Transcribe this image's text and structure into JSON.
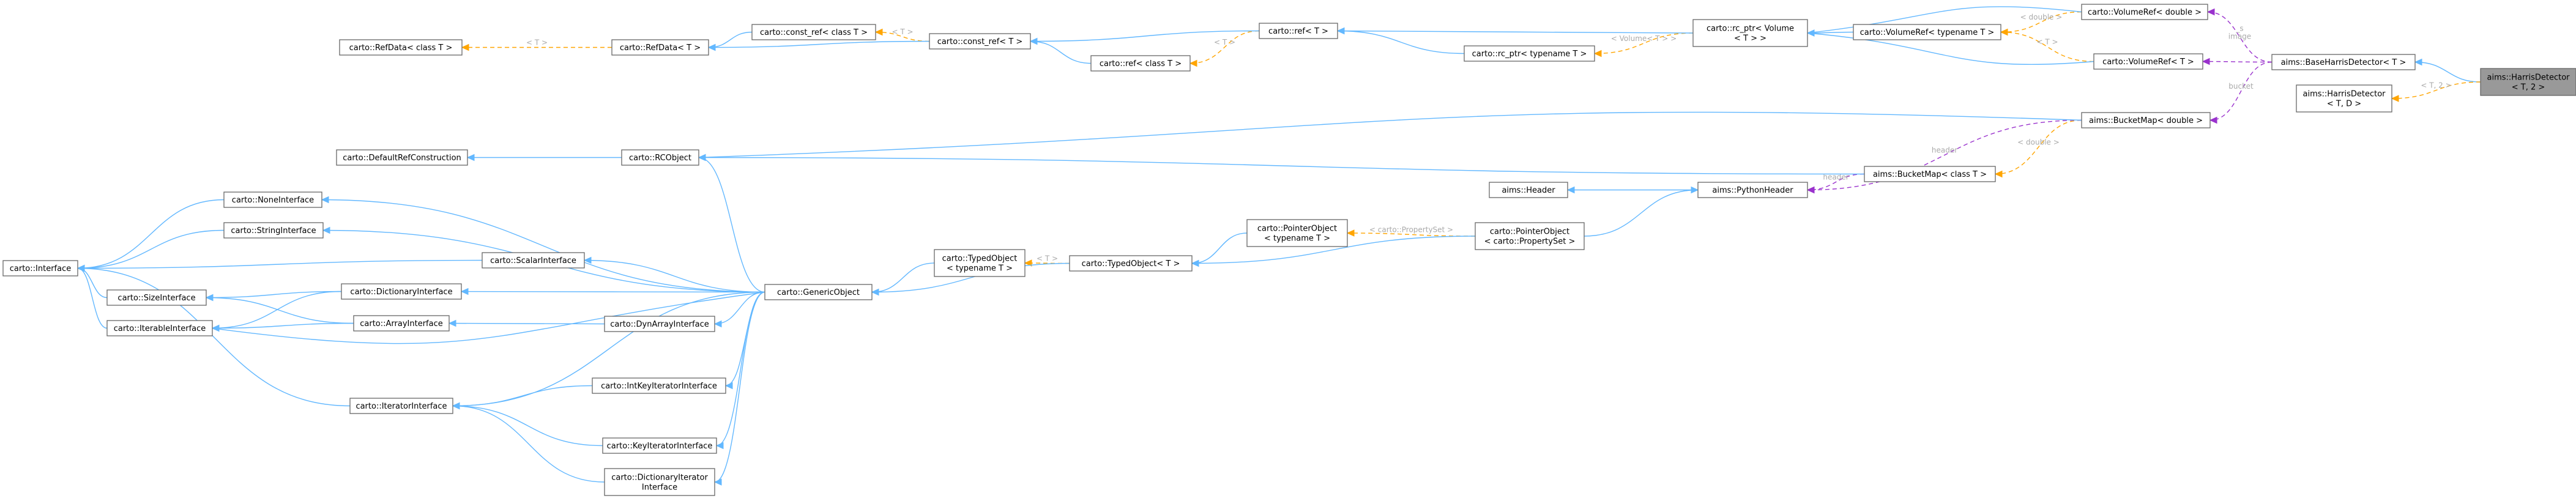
{
  "nodes": [
    {
      "id": "harrisT2",
      "lines": [
        "aims::HarrisDetector",
        "< T, 2 >"
      ],
      "highlight": true
    },
    {
      "id": "harrisTD",
      "lines": [
        "aims::HarrisDetector",
        "< T, D >"
      ]
    },
    {
      "id": "baseHarris",
      "lines": [
        "aims::BaseHarrisDetector< T >"
      ]
    },
    {
      "id": "volRefDouble",
      "lines": [
        "carto::VolumeRef< double >"
      ]
    },
    {
      "id": "volRefTypename",
      "lines": [
        "carto::VolumeRef< typename T >"
      ]
    },
    {
      "id": "volRefT",
      "lines": [
        "carto::VolumeRef< T >"
      ]
    },
    {
      "id": "rcPtrVolume",
      "lines": [
        "carto::rc_ptr< Volume",
        "< T > >"
      ]
    },
    {
      "id": "rcPtrTypename",
      "lines": [
        "carto::rc_ptr< typename T >"
      ]
    },
    {
      "id": "refT",
      "lines": [
        "carto::ref< T >"
      ]
    },
    {
      "id": "refClassT",
      "lines": [
        "carto::ref< class T >"
      ]
    },
    {
      "id": "constRefT",
      "lines": [
        "carto::const_ref< T >"
      ]
    },
    {
      "id": "constRefClassT",
      "lines": [
        "carto::const_ref< class T >"
      ]
    },
    {
      "id": "refDataT",
      "lines": [
        "carto::RefData< T >"
      ]
    },
    {
      "id": "refDataClassT",
      "lines": [
        "carto::RefData< class T >"
      ]
    },
    {
      "id": "bucketMapDouble",
      "lines": [
        "aims::BucketMap< double >"
      ]
    },
    {
      "id": "bucketMapClassT",
      "lines": [
        "aims::BucketMap< class T >"
      ]
    },
    {
      "id": "pythonHeader",
      "lines": [
        "aims::PythonHeader"
      ]
    },
    {
      "id": "header",
      "lines": [
        "aims::Header"
      ]
    },
    {
      "id": "pointerObjPS",
      "lines": [
        "carto::PointerObject",
        "< carto::PropertySet >"
      ]
    },
    {
      "id": "pointerObjT",
      "lines": [
        "carto::PointerObject",
        "< typename T >"
      ]
    },
    {
      "id": "typedObjT",
      "lines": [
        "carto::TypedObject< T >"
      ]
    },
    {
      "id": "typedObjTypename",
      "lines": [
        "carto::TypedObject",
        "< typename T >"
      ]
    },
    {
      "id": "genericObject",
      "lines": [
        "carto::GenericObject"
      ]
    },
    {
      "id": "rcObject",
      "lines": [
        "carto::RCObject"
      ]
    },
    {
      "id": "defaultRef",
      "lines": [
        "carto::DefaultRefConstruction"
      ]
    },
    {
      "id": "noneIf",
      "lines": [
        "carto::NoneInterface"
      ]
    },
    {
      "id": "stringIf",
      "lines": [
        "carto::StringInterface"
      ]
    },
    {
      "id": "scalarIf",
      "lines": [
        "carto::ScalarInterface"
      ]
    },
    {
      "id": "interface",
      "lines": [
        "carto::Interface"
      ]
    },
    {
      "id": "sizeIf",
      "lines": [
        "carto::SizeInterface"
      ]
    },
    {
      "id": "dictIf",
      "lines": [
        "carto::DictionaryInterface"
      ]
    },
    {
      "id": "iterableIf",
      "lines": [
        "carto::IterableInterface"
      ]
    },
    {
      "id": "arrayIf",
      "lines": [
        "carto::ArrayInterface"
      ]
    },
    {
      "id": "dynArrayIf",
      "lines": [
        "carto::DynArrayInterface"
      ]
    },
    {
      "id": "iteratorIf",
      "lines": [
        "carto::IteratorInterface"
      ]
    },
    {
      "id": "intKeyIterIf",
      "lines": [
        "carto::IntKeyIteratorInterface"
      ]
    },
    {
      "id": "keyIterIf",
      "lines": [
        "carto::KeyIteratorInterface"
      ]
    },
    {
      "id": "dictIterIf",
      "lines": [
        "carto::DictionaryIterator",
        "Interface"
      ]
    }
  ],
  "edge_labels": {
    "double_target": "< double >",
    "t_target": "< T >",
    "volume_target": "< Volume< T > >",
    "t_2": "< T, 2 >",
    "propertyset_target": "< carto::PropertySet >",
    "header": "header",
    "bucket": "bucket",
    "s_image": "_s\nimage"
  }
}
